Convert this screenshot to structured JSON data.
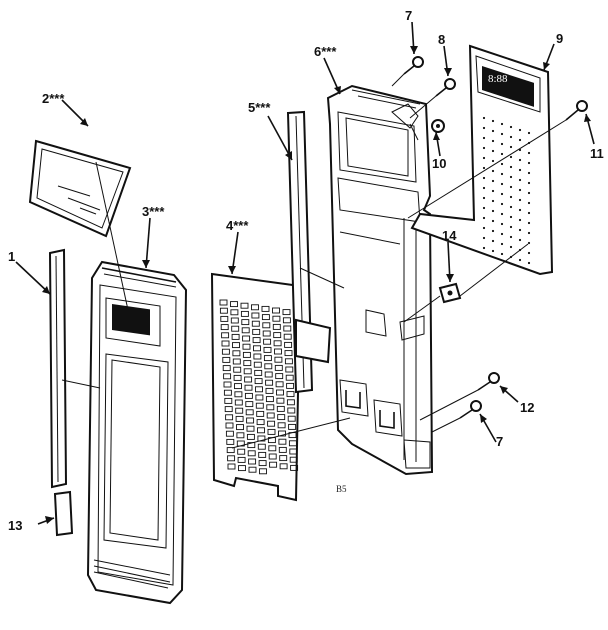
{
  "callouts": {
    "p1": "1",
    "p2": "2***",
    "p3": "3***",
    "p4": "4***",
    "p5": "5***",
    "p6": "6***",
    "p7a": "7",
    "p7b": "7",
    "p8": "8",
    "p9": "9",
    "p10": "10",
    "p11": "11",
    "p12": "12",
    "p13": "13",
    "p14": "14"
  },
  "diagram_code": "B5"
}
